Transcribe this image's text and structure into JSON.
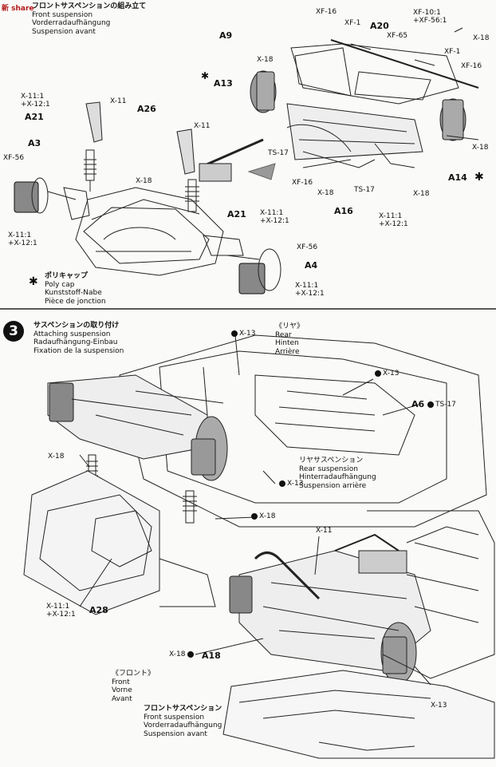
{
  "watermark": "新 share",
  "front_assembly": {
    "jp": "フロントサスペンションの組み立て",
    "en": "Front suspension",
    "de": "Vorderradaufhängung",
    "fr": "Suspension avant"
  },
  "top_labels": {
    "a9": "A9",
    "a20": "A20",
    "a13": "A13",
    "a14": "A14",
    "a16": "A16",
    "a21_left": "A21",
    "a21_right": "A21",
    "a26": "A26",
    "a3": "A3",
    "a4": "A4",
    "xf16_a": "XF-16",
    "xf1_a": "XF-1",
    "xf10_56": "XF-10:1\n+XF-56:1",
    "xf65": "XF-65",
    "xf1_b": "XF-1",
    "xf16_b": "XF-16",
    "xf56_left": "XF-56",
    "xf56_right": "XF-56",
    "xf16_c": "XF-16",
    "x18_a": "X-18",
    "x18_b": "X-18",
    "x18_c": "X-18",
    "x18_d": "X-18",
    "x18_e": "X-18",
    "x18_f": "X-18",
    "x11_a": "X-11",
    "x11_b": "X-11",
    "x11_12_a": "X-11:1\n+X-12:1",
    "x11_12_b": "X-11:1\n+X-12:1",
    "x11_12_c": "X-11:1\n+X-12:1",
    "x11_12_d": "X-11:1\n+X-12:1",
    "ts17_a": "TS-17",
    "ts17_b": "TS-17"
  },
  "poly_cap": {
    "jp": "ポリキャップ",
    "en": "Poly cap",
    "de": "Kunststoff-Nabe",
    "fr": "Pièce de jonction"
  },
  "step3": {
    "number": "3",
    "jp": "サスペンションの取り付け",
    "en": "Attaching suspension",
    "de": "Radaufhängung-Einbau",
    "fr": "Fixation de la suspension"
  },
  "rear_heading": {
    "jp": "《リヤ》",
    "en": "Rear",
    "de": "Hinten",
    "fr": "Arrière"
  },
  "rear_suspension": {
    "jp": "リヤサスペンション",
    "en": "Rear suspension",
    "de": "Hinterradaufhängung",
    "fr": "Suspension arrière"
  },
  "front_heading": {
    "jp": "《フロント》",
    "en": "Front",
    "de": "Vorne",
    "fr": "Avant"
  },
  "front_suspension_bottom": {
    "jp": "フロントサスペンション",
    "en": "Front suspension",
    "de": "Vorderradaufhängung",
    "fr": "Suspension avant"
  },
  "bottom_labels": {
    "x13_a": "X-13",
    "x13_b": "X-13",
    "x13_c": "X-13",
    "x13_d": "X-13",
    "a6": "A6",
    "ts17": "TS-17",
    "x18_a": "X-18",
    "x18_b": "X-18",
    "x18_c": "X-18",
    "x11": "X-11",
    "x11_12": "X-11:1\n+X-12:1",
    "a28": "A28",
    "a18": "A18"
  }
}
